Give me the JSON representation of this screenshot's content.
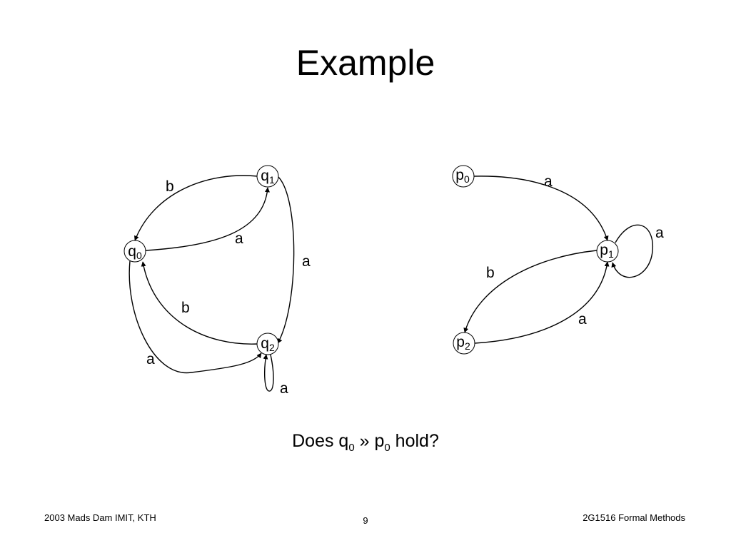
{
  "slide": {
    "title": "Example",
    "question": {
      "before": "Does q",
      "sub1": "0",
      "middle": " » p",
      "sub2": "0",
      "after": " hold?"
    },
    "footer_left": "2003 Mads Dam IMIT, KTH",
    "page_number": "9",
    "footer_right": "2G1516 Formal Methods"
  },
  "left_graph": {
    "nodes": [
      {
        "name": "q",
        "sub": "0"
      },
      {
        "name": "q",
        "sub": "1"
      },
      {
        "name": "q",
        "sub": "2"
      }
    ],
    "edges": [
      {
        "from": "q1",
        "to": "q0",
        "label": "b"
      },
      {
        "from": "q0",
        "to": "q1",
        "label": "a"
      },
      {
        "from": "q1",
        "to": "q2",
        "label": "a"
      },
      {
        "from": "q2",
        "to": "q0",
        "label": "b"
      },
      {
        "from": "q0",
        "to": "q2",
        "label": "a"
      },
      {
        "from": "q2",
        "to": "q2",
        "label": "a"
      }
    ]
  },
  "right_graph": {
    "nodes": [
      {
        "name": "p",
        "sub": "0"
      },
      {
        "name": "p",
        "sub": "1"
      },
      {
        "name": "p",
        "sub": "2"
      }
    ],
    "edges": [
      {
        "from": "p0",
        "to": "p1",
        "label": "a"
      },
      {
        "from": "p1",
        "to": "p1",
        "label": "a"
      },
      {
        "from": "p1",
        "to": "p2",
        "label": "b"
      },
      {
        "from": "p2",
        "to": "p1",
        "label": "a"
      }
    ]
  }
}
